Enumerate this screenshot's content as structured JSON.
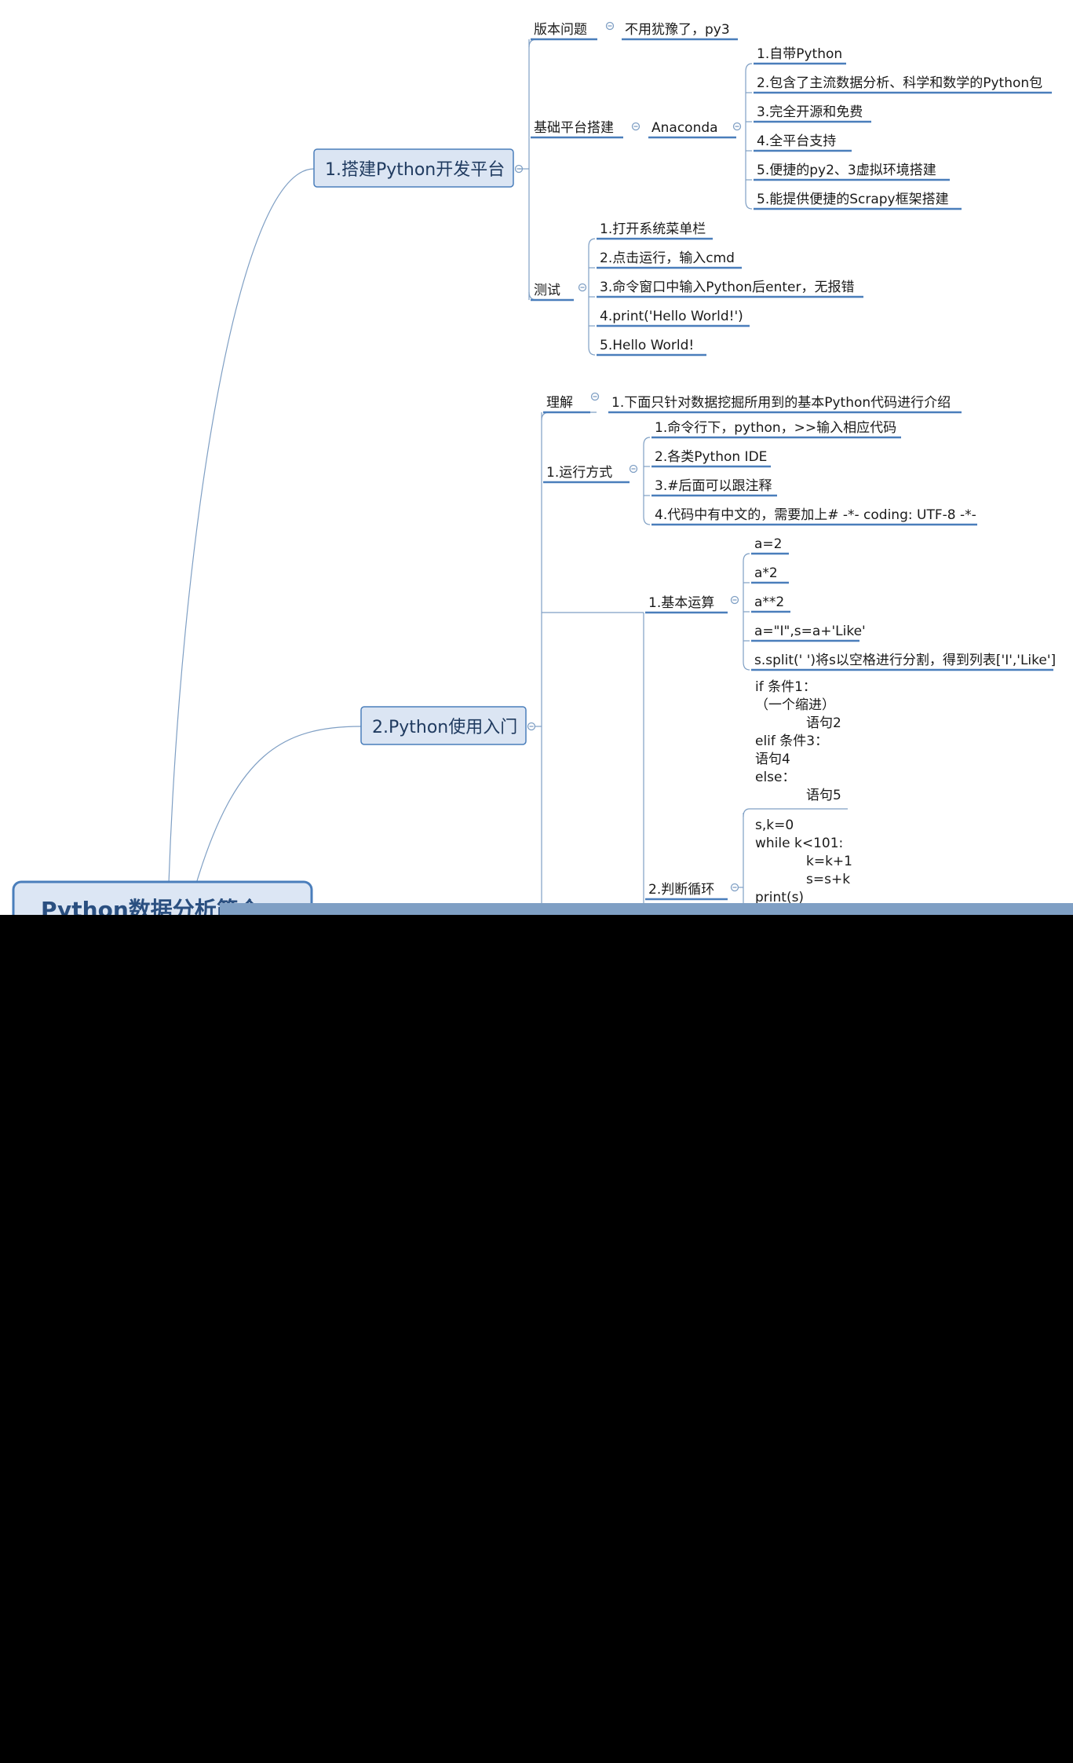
{
  "root": {
    "title": "Python数据分析简介"
  },
  "branches": [
    {
      "label": "1.搭建Python开发平台",
      "children": [
        {
          "label": "版本问题",
          "children": [
            {
              "label": "不用犹豫了，py3"
            }
          ]
        },
        {
          "label": "基础平台搭建",
          "children": [
            {
              "label": "Anaconda",
              "children": [
                {
                  "label": "1.自带Python"
                },
                {
                  "label": "2.包含了主流数据分析、科学和数学的Python包"
                },
                {
                  "label": "3.完全开源和免费"
                },
                {
                  "label": "4.全平台支持"
                },
                {
                  "label": "5.便捷的py2、3虚拟环境搭建"
                },
                {
                  "label": "5.能提供便捷的Scrapy框架搭建"
                }
              ]
            }
          ]
        },
        {
          "label": "测试",
          "children": [
            {
              "label": "1.打开系统菜单栏"
            },
            {
              "label": "2.点击运行，输入cmd"
            },
            {
              "label": "3.命令窗口中输入Python后enter，无报错"
            },
            {
              "label": "4.print('Hello World!')"
            },
            {
              "label": "5.Hello World!"
            }
          ]
        }
      ]
    },
    {
      "label": "2.Python使用入门",
      "children": [
        {
          "label": "理解",
          "children": [
            {
              "label": "1.下面只针对数据挖掘所用到的基本Python代码进行介绍"
            }
          ]
        },
        {
          "label": "1.运行方式",
          "children": [
            {
              "label": "1.命令行下，python，>>输入相应代码"
            },
            {
              "label": "2.各类Python IDE"
            },
            {
              "label": "3.#后面可以跟注释"
            },
            {
              "label": "4.代码中有中文的，需要加上# -*- coding: UTF-8 -*-"
            }
          ]
        },
        {
          "label": "1.基本运算",
          "children": [
            {
              "label": "a=2"
            },
            {
              "label": "a*2"
            },
            {
              "label": "a**2"
            },
            {
              "label": "a=\"I\",s=a+'Like'"
            },
            {
              "label": "s.split(' ')将s以空格进行分割，得到列表['I','Like']"
            }
          ]
        },
        {
          "label": "2.判断循环",
          "children": [
            {
              "lines": [
                "if 条件1：",
                "（一个缩进）",
                "语句2",
                "elif 条件3：",
                "语句4",
                "else：",
                "语句5"
              ]
            },
            {
              "lines": [
                "s,k=0",
                "while k<101:",
                "k=k+1",
                "s=s+k",
                "print(s)"
              ]
            }
          ]
        }
      ]
    }
  ],
  "colors": {
    "line": "#4a7ebb",
    "connector": "#7f9fc4",
    "box_fill": "#dbe5f3",
    "box_border": "#4a7ebb",
    "root_fill": "#dce6f4",
    "collapse": "#7f9fc4"
  },
  "icons": {
    "collapse": "collapse-toggle-icon"
  }
}
